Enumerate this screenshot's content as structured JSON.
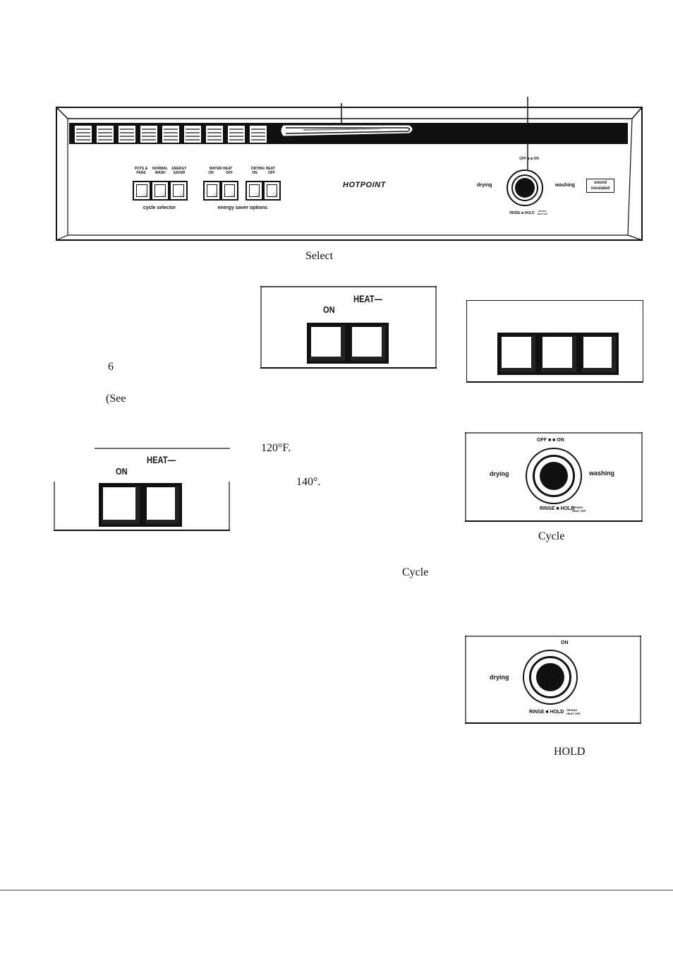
{
  "panel": {
    "brand": "HOTPOINT",
    "cycle_buttons": [
      {
        "line1": "POTS &",
        "line2": "PANS"
      },
      {
        "line1": "NORMAL",
        "line2": "WASH"
      },
      {
        "line1": "ENERGY",
        "line2": "SAVER"
      }
    ],
    "water_heat_label": "WATER HEAT",
    "drying_heat_label": "DRYING HEAT",
    "on_label": "ON",
    "off_label": "OFF",
    "cycle_selector_label": "cycle selector",
    "energy_saver_label": "energy saver options",
    "dial_off_on": "OFF ■ ■ ON",
    "dial_drying": "drying",
    "dial_washing": "washing",
    "dial_rinse_hold": "RINSE ■ HOLD",
    "dial_drying_heat_off": "DRYING HEAT OFF",
    "sound_badge_line1": "sound",
    "sound_badge_line2": "insulated"
  },
  "text": {
    "select": "Select",
    "six": "6",
    "see": "(See",
    "temp_120": "120°F.",
    "temp_140": "140°.",
    "cycle_mid": "Cycle",
    "cycle_caption": "Cycle",
    "hold_caption": "HOLD"
  },
  "box_heat_top": {
    "heat": "HEAT—",
    "on": "ON"
  },
  "box_heat_left": {
    "heat": "HEAT—",
    "on": "ON"
  },
  "box_dial_1": {
    "off_on": "OFF ■ ■ ON",
    "drying": "drying",
    "washing": "washing",
    "rinse_hold": "RINSE ■ HOLD",
    "drying_heat_off": "DRYING HEAT OFF"
  },
  "box_dial_2": {
    "on": "ON",
    "drying": "drying",
    "rinse_hold": "RINSE ■ HOLD",
    "drying_heat_off": "DRYING HEAT OFF"
  }
}
